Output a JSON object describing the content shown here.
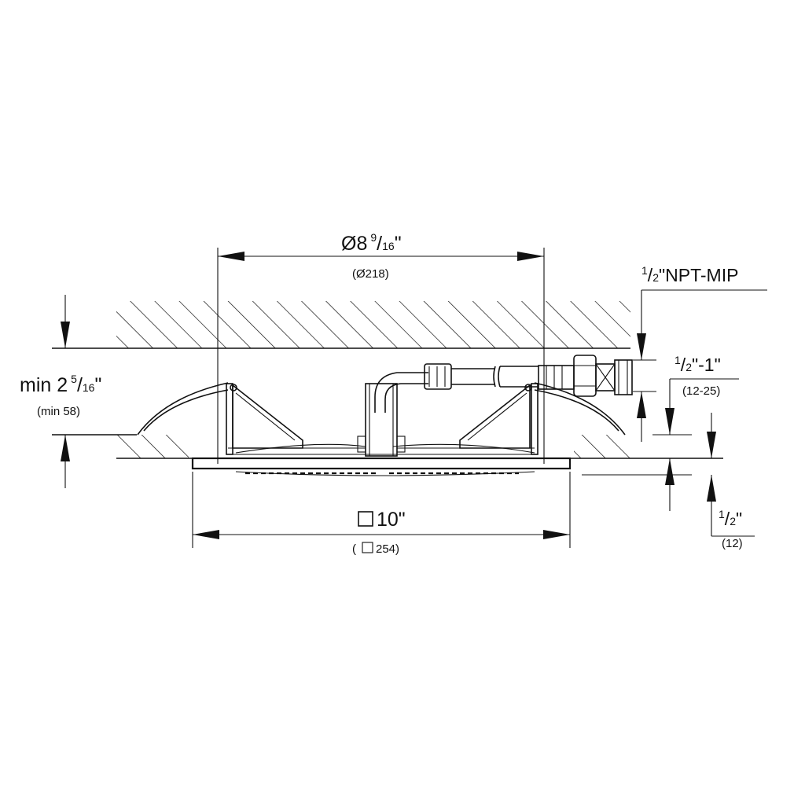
{
  "colors": {
    "line": "#111111",
    "background": "#ffffff"
  },
  "dimensions": {
    "diameter": {
      "prefix": "Ø8",
      "num": "9",
      "den": "16",
      "unit": "\"",
      "metric": "(Ø218)"
    },
    "min_height": {
      "prefix": "min 2",
      "num": "5",
      "den": "16",
      "unit": "\"",
      "metric": "(min 58)"
    },
    "thread": {
      "num": "1",
      "den": "2",
      "label": "\"NPT-MIP"
    },
    "offset": {
      "num": "1",
      "den": "2",
      "label": "\"-1\"",
      "metric": "(12-25)"
    },
    "width": {
      "symbol": "square",
      "value": "10\"",
      "metric_open": "(",
      "metric_value": "254)"
    },
    "thickness": {
      "num": "1",
      "den": "2",
      "unit": "\"",
      "metric": "(12)"
    }
  }
}
